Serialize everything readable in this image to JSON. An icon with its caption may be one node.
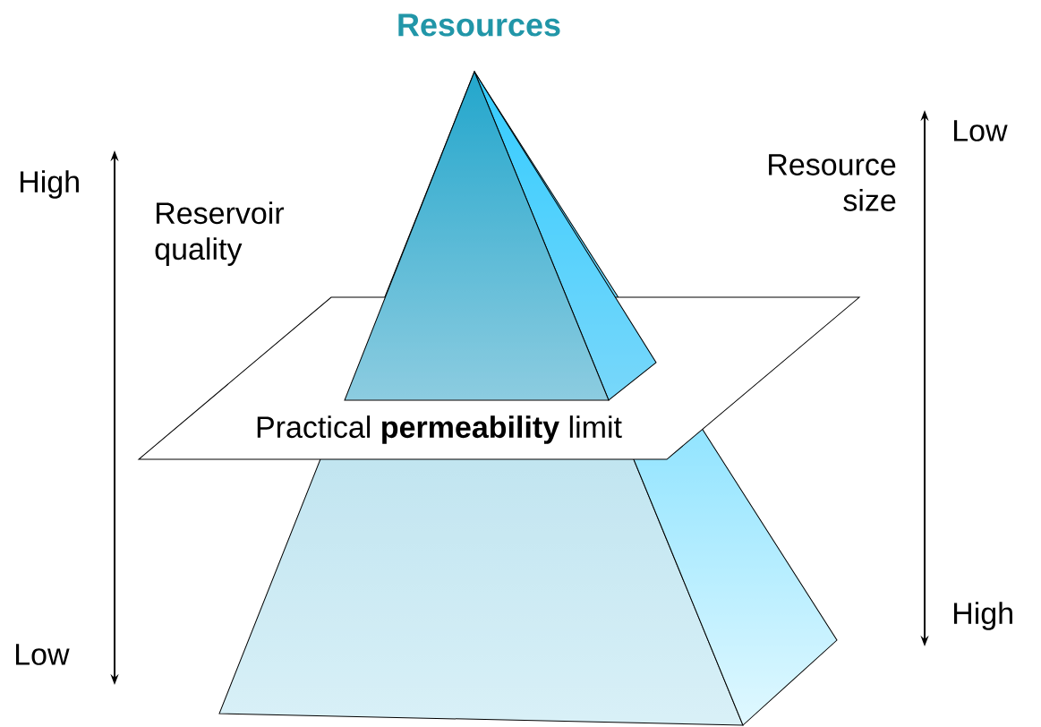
{
  "diagram": {
    "title": "Resources",
    "nodes": [
      {
        "text": [
          "Practical **permeability** limit"
        ]
      }
    ],
    "edges": [],
    "labels": [
      "High",
      "Reservoir quality",
      "Low",
      "Low",
      "Resource size",
      "High"
    ]
  }
}
